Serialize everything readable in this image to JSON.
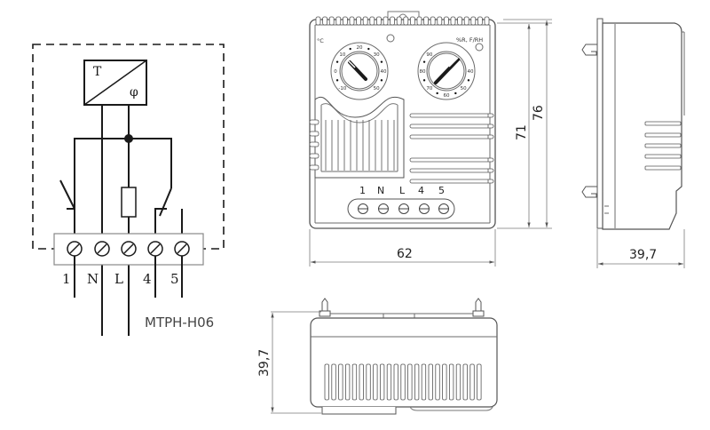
{
  "schematic": {
    "converter_labels": {
      "top": "T",
      "bottom": "φ"
    },
    "terminals": [
      "1",
      "N",
      "L",
      "4",
      "5"
    ],
    "model": "MTPH-H06"
  },
  "front_view": {
    "left_dial": {
      "unit": "°C",
      "scale": [
        "-10",
        "0",
        "10",
        "20",
        "30",
        "40",
        "50"
      ]
    },
    "right_dial": {
      "unit": "%R, F/RH",
      "scale": [
        "90",
        "80",
        "70",
        "60",
        "50",
        "40"
      ]
    },
    "terminal_labels": [
      "1",
      "N",
      "L",
      "4",
      "5"
    ],
    "dimensions": {
      "width": "62",
      "height_body": "71",
      "height_total": "76"
    }
  },
  "side_view": {
    "dimensions": {
      "depth": "39,7"
    }
  },
  "bottom_view": {
    "dimensions": {
      "depth": "39,7"
    }
  }
}
